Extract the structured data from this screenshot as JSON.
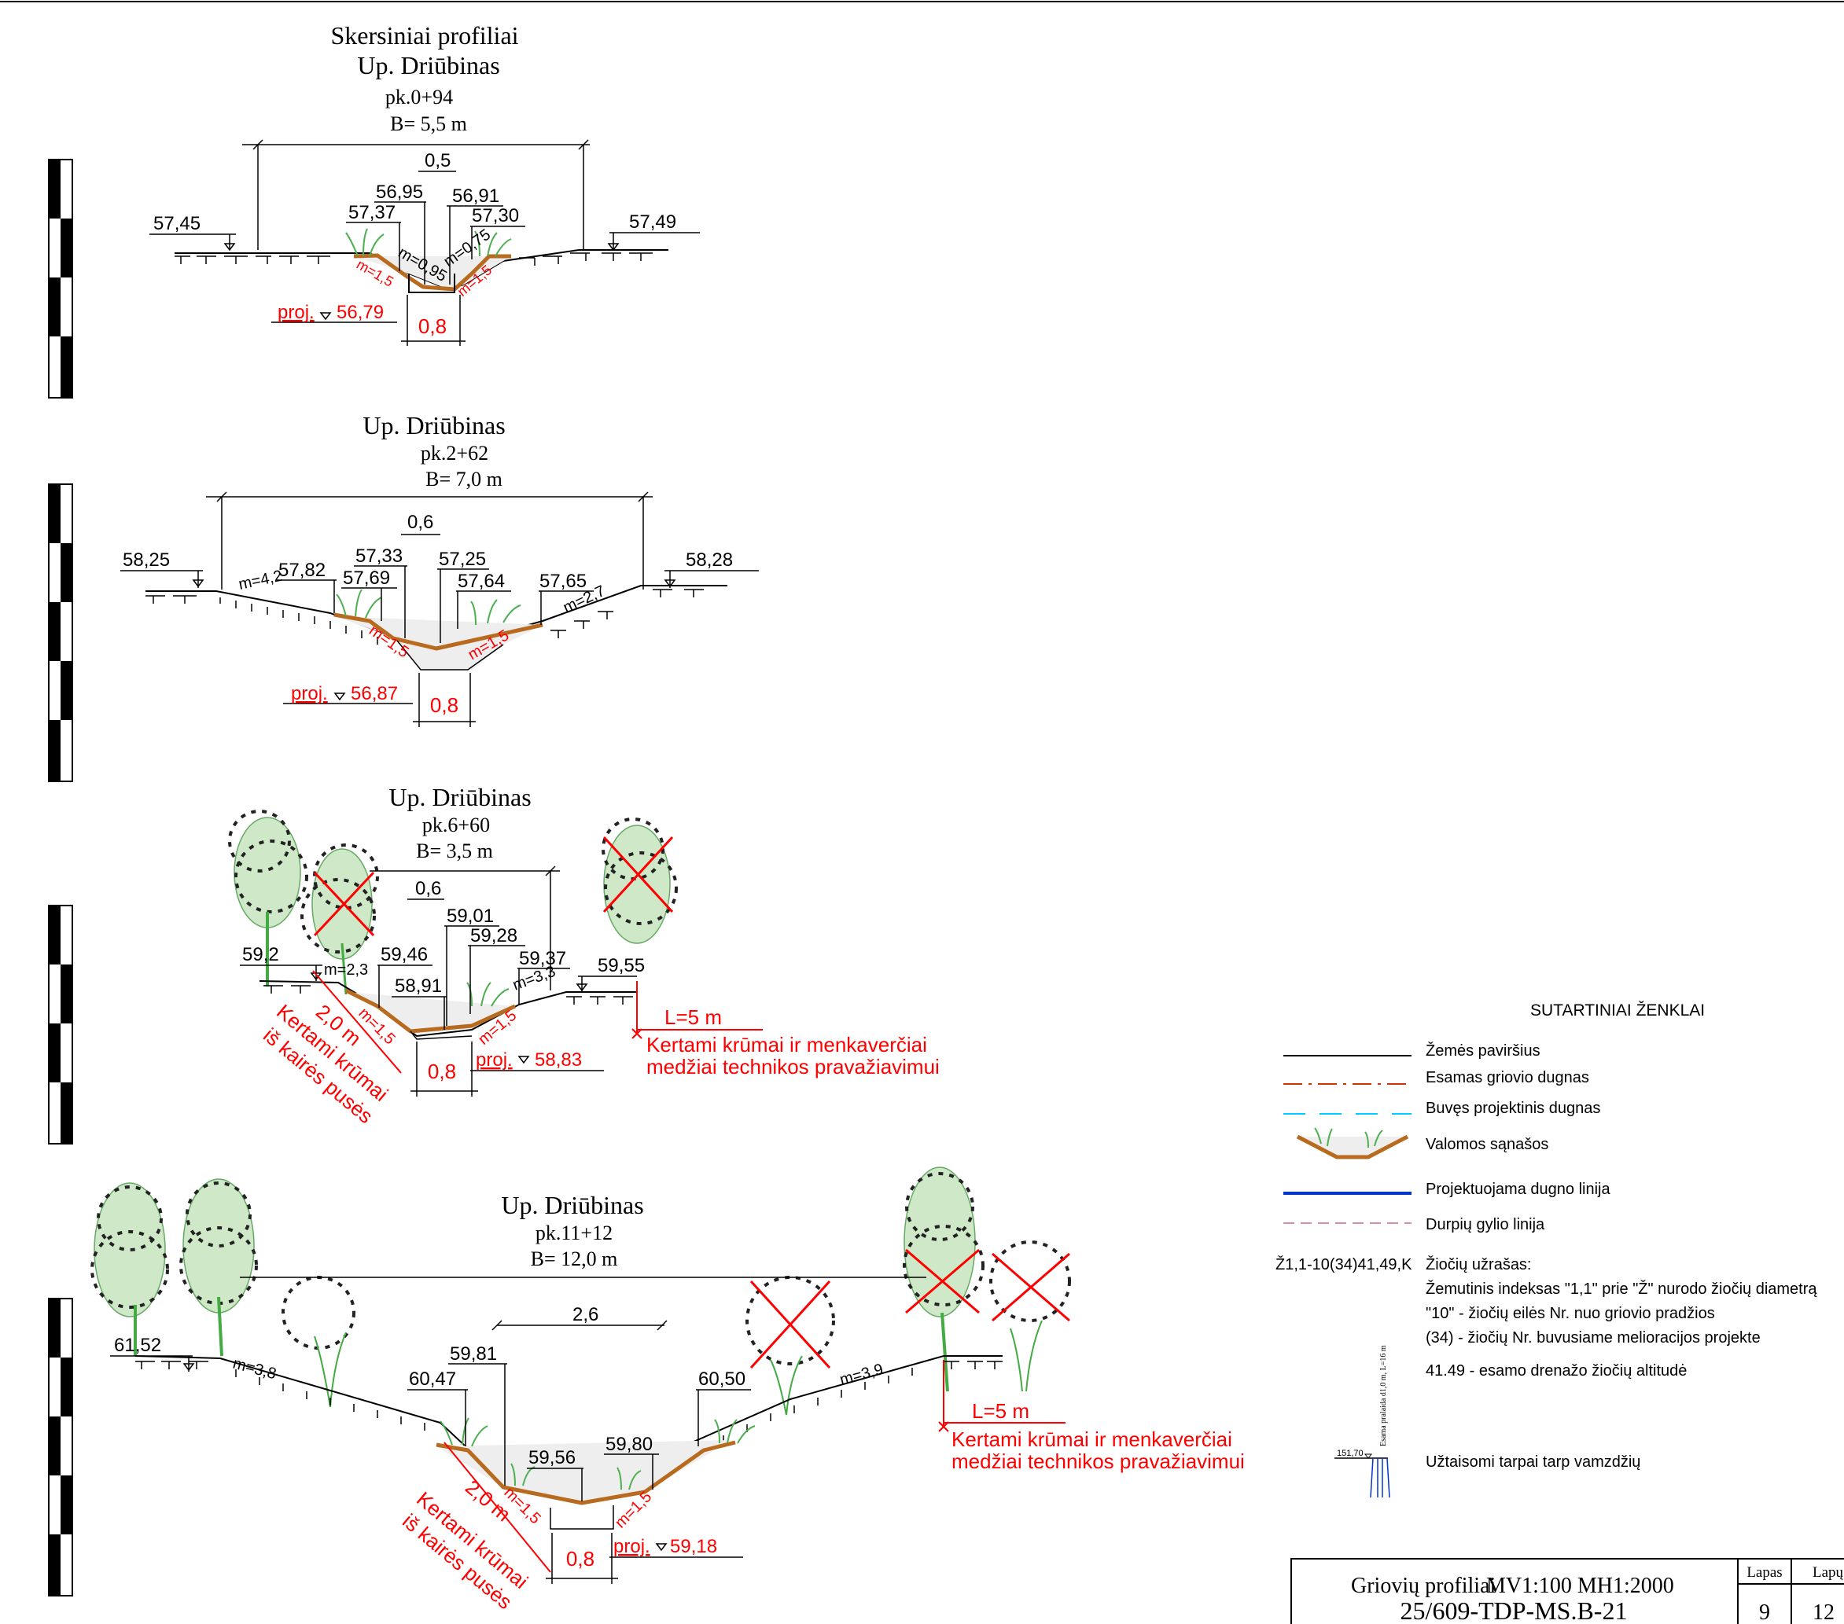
{
  "main_title": "Skersiniai profiliai",
  "sections": [
    {
      "river": "Up. Driūbinas",
      "pk": "pk.0+94",
      "width": "B= 5,5 m",
      "dim_top": "0,5",
      "left_ground": "57,45",
      "right_ground": "57,49",
      "bank_left": "57,37",
      "bottom_left": "56,95",
      "bottom_right": "56,91",
      "bank_right": "57,30",
      "slope_left": "m=0,95",
      "slope_right": "m=0,75",
      "proj_slope_left": "m=1,5",
      "proj_slope_right": "m=1,5",
      "proj_label": "proj.",
      "proj_value": "56,79",
      "bottom_width": "0,8"
    },
    {
      "river": "Up. Driūbinas",
      "pk": "pk.2+62",
      "width": "B= 7,0 m",
      "dim_top": "0,6",
      "left_ground": "58,25",
      "right_ground": "58,28",
      "bank_left_outer": "57,82",
      "bank_left": "57,69",
      "bottom_left": "57,33",
      "bottom_right": "57,25",
      "bank_right": "57,64",
      "bank_right_outer": "57,65",
      "slope_left": "m=4,2",
      "slope_right": "m=2,7",
      "proj_slope_left": "m=1,5",
      "proj_slope_right": "m=1,5",
      "proj_label": "proj.",
      "proj_value": "56,87",
      "bottom_width": "0,8"
    },
    {
      "river": "Up. Driūbinas",
      "pk": "pk.6+60",
      "width": "B= 3,5 m",
      "dim_top": "0,6",
      "left_ground": "59,2",
      "right_ground": "59,55",
      "bank_left": "59,46",
      "bottom_left": "58,91",
      "top_left": "59,01",
      "top_right": "59,28",
      "bank_right": "59,37",
      "slope_left": "m=2,3",
      "slope_right": "m=3,3",
      "proj_slope_left": "m=1,5",
      "proj_slope_right": "m=1,5",
      "proj_label": "proj.",
      "proj_value": "58,83",
      "bottom_width": "0,8",
      "cut_dist": "2,0 m",
      "cut_left_1": "Kertami krūmai",
      "cut_left_2": "iš kairės pusės",
      "cut_len": "L=5 m",
      "cut_right_1": "Kertami krūmai ir menkaverčiai",
      "cut_right_2": "medžiai technikos pravažiavimui"
    },
    {
      "river": "Up. Driūbinas",
      "pk": "pk.11+12",
      "width": "B= 12,0 m",
      "dim_top": "2,6",
      "left_ground": "61,52",
      "bank_left": "60,47",
      "top_left": "59,81",
      "bottom": "59,56",
      "bottom_right": "59,80",
      "bank_right": "60,50",
      "slope_left": "m=3,8",
      "slope_right": "m=3,9",
      "proj_slope_left": "m=1,5",
      "proj_slope_right": "m=1,5",
      "proj_label": "proj.",
      "proj_value": "59,18",
      "bottom_width": "0,8",
      "cut_dist": "2,0 m",
      "cut_left_1": "Kertami krūmai",
      "cut_left_2": "iš kairės pusės",
      "cut_len": "L=5 m",
      "cut_right_1": "Kertami krūmai ir menkaverčiai",
      "cut_right_2": "medžiai technikos pravažiavimui"
    }
  ],
  "legend": {
    "title": "SUTARTINIAI ŽENKLAI",
    "items": [
      {
        "label": "Žemės paviršius",
        "color": "#000000"
      },
      {
        "label": "Esamas griovio dugnas",
        "color": "#cc3300"
      },
      {
        "label": "Buvęs projektinis dugnas",
        "color": "#00ccff"
      },
      {
        "label": "Valomos sąnašos",
        "color": "#b86a1e"
      },
      {
        "label": "Projektuojama dugno linija",
        "color": "#0033cc"
      },
      {
        "label": "Durpių gylio linija",
        "color": "#cc6688"
      }
    ],
    "sample_code": "Ž1,1-10(34)41,49,K",
    "sample_title": "Žiočių užrašas:",
    "notes": [
      "Žemutinis indeksas \"1,1\" prie \"Ž\" nurodo žiočių diametrą",
      "\"10\" - žiočių eilės Nr. nuo griovio pradžios",
      "(34) - žiočių Nr. buvusiame melioracijos projekte",
      "41.49 - esamo drenažo žiočių altitudė"
    ],
    "pipe_caption": "Esama pralaida d1,0 m, L=16 m",
    "pipe_level": "151,70",
    "pipe_label": "Užtaisomi tarpai tarp vamzdžių"
  },
  "title_block": {
    "title": "Griovių profiliai",
    "scale": "MV1:100  MH1:2000",
    "code": "25/609-TDP-MS.B-21",
    "lapas_label": "Lapas",
    "lapas": "9",
    "lapu_label": "Lapų",
    "lapu": "12"
  }
}
